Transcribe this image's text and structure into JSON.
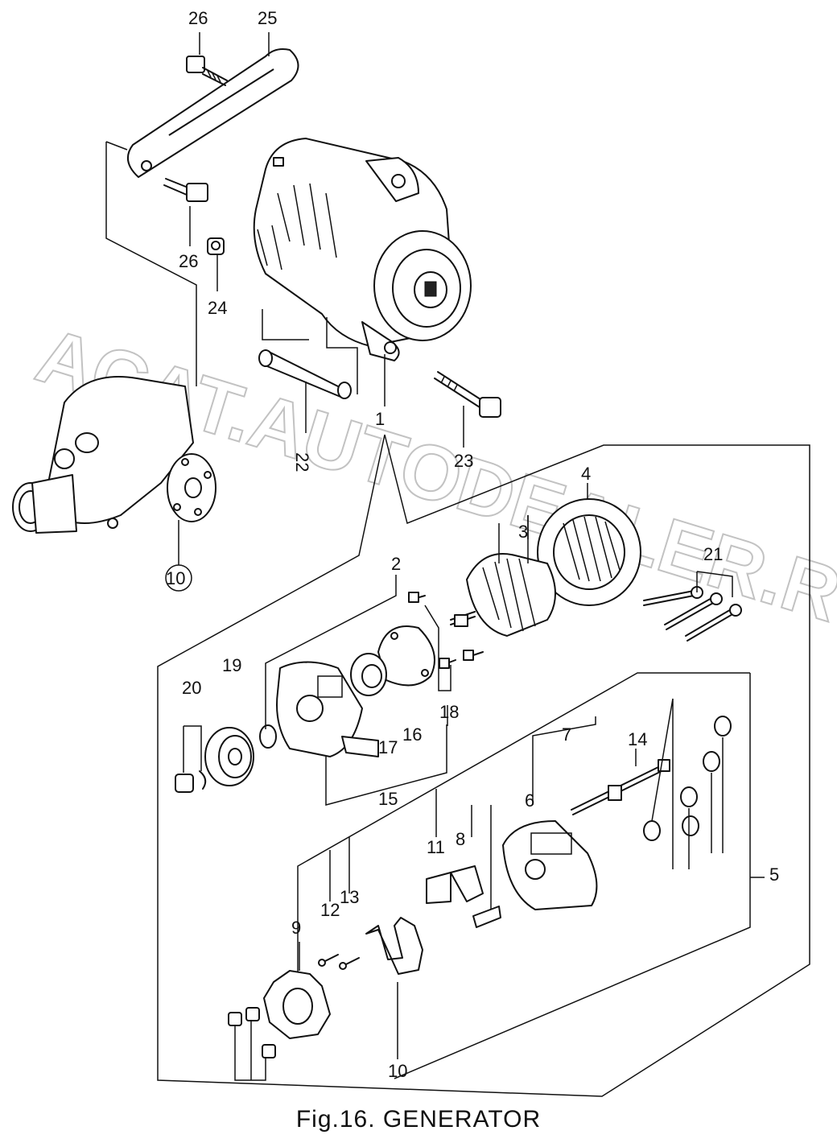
{
  "caption": "Fig.16.   GENERATOR",
  "watermark": "ACAT.AUTODEALER.RU",
  "callouts": {
    "c1": "1",
    "c2": "2",
    "c3": "3",
    "c4": "4",
    "c5": "5",
    "c6": "6",
    "c7": "7",
    "c8": "8",
    "c9": "9",
    "c10a": "10",
    "c10b": "10",
    "c11": "11",
    "c12": "12",
    "c13": "13",
    "c14": "14",
    "c15": "15",
    "c16": "16",
    "c17": "17",
    "c18": "18",
    "c19": "19",
    "c20": "20",
    "c21": "21",
    "c22": "22",
    "c23": "23",
    "c24": "24",
    "c25": "25",
    "c26a": "26",
    "c26b": "26"
  },
  "colors": {
    "ink": "#111111",
    "watermark": "#9a9a9a",
    "paper": "#ffffff"
  }
}
